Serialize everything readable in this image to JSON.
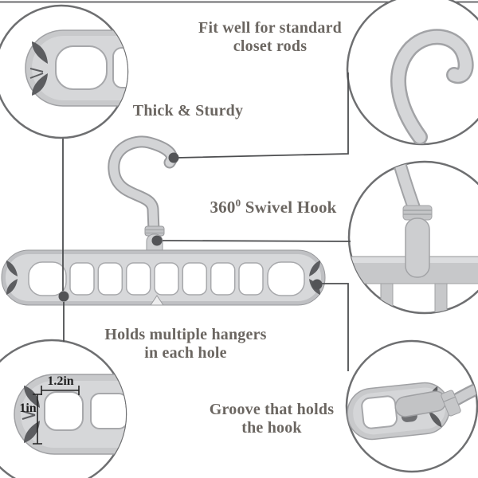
{
  "annotations": {
    "closet_rods": {
      "lines": [
        "Fit well for standard",
        "closet rods"
      ]
    },
    "thick_sturdy": {
      "lines": [
        "Thick & Sturdy"
      ]
    },
    "swivel": {
      "prefix": "360",
      "sup": "0",
      "suffix": " Swivel Hook"
    },
    "multiple_hangers": {
      "lines": [
        "Holds multiple hangers",
        "in each hole"
      ]
    },
    "groove": {
      "lines": [
        "Groove that holds",
        "the hook"
      ]
    }
  },
  "measurements": {
    "hole_width": "1.2in",
    "hole_height": "1in"
  },
  "colors": {
    "background": "#ffffff",
    "hanger_light": "#d6d7d9",
    "hanger_mid": "#c7c8ca",
    "hanger_shadow": "#9fa0a3",
    "hanger_dark": "#5c5d60",
    "text": "#6b6661",
    "measurement_text": "#1e1e1e",
    "connector_line": "#4d4e50",
    "circle_border": "#6e6f71"
  }
}
